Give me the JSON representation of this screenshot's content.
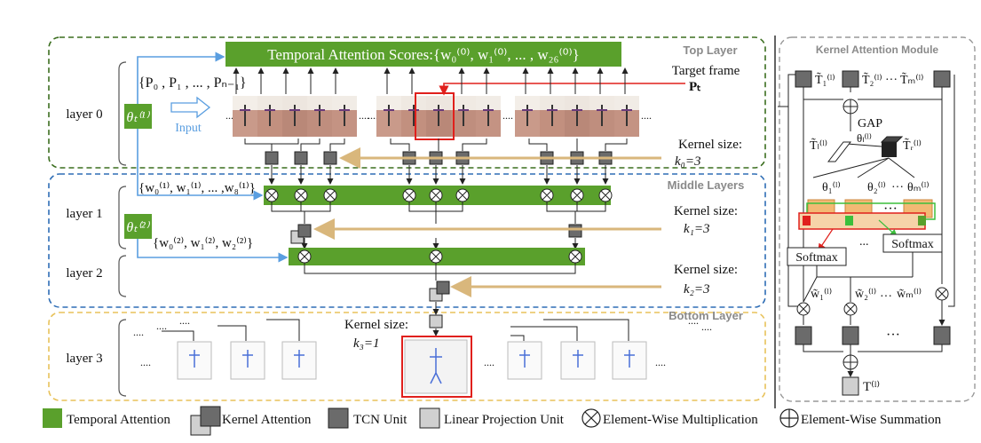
{
  "main": {
    "top_layer": {
      "title": "Top Layer",
      "scores": "Temporal Attention Scores:{w₀⁽⁰⁾, w₁⁽⁰⁾, ... , w₂₆⁽⁰⁾}",
      "target_frame": "Target frame",
      "target_symbol": "Pₜ",
      "frames_set": "{P₀ , P₁ , ... , Pₙ₋₁}",
      "input": "Input",
      "kernel_size": "Kernel  size:",
      "k0": "k₀=3"
    },
    "middle_layers": {
      "title": "Middle Layers",
      "w1": "{w₀⁽¹⁾, w₁⁽¹⁾, ... ,w₈⁽¹⁾}",
      "w2": "{w₀⁽²⁾, w₁⁽²⁾, w₂⁽²⁾}",
      "kernel_size": "Kernel size:",
      "k1": "k₁=3",
      "k2": "k₂=3"
    },
    "bottom_layer": {
      "title": "Bottom Layer",
      "kernel_size": "Kernel size:",
      "k3": "k₃=1"
    },
    "layers": [
      "layer 0",
      "layer 1",
      "layer 2",
      "layer 3"
    ],
    "theta1": "θₜ⁽¹⁾",
    "theta2": "θₜ⁽²⁾"
  },
  "module": {
    "title": "Kernel Attention Module",
    "t1": "T̃₁⁽ˡ⁾",
    "t2": "T̃₂⁽ˡ⁾",
    "tdots": "···",
    "tM": "T̃ₘ⁽ˡ⁾",
    "gap": "GAP",
    "tl": "T̃ₗ⁽ˡ⁾",
    "theta_l": "θₗ⁽ˡ⁾",
    "tr": "T̃ᵣ⁽ˡ⁾",
    "th1": "θ₁⁽ˡ⁾",
    "th2": "θ₂⁽ˡ⁾",
    "thdots": "···",
    "thM": "θₘ⁽ˡ⁾",
    "box_dots": "···",
    "softmax1": "Softmax",
    "softmax2": "Softmax",
    "w1": "w̃₁⁽ˡ⁾",
    "w2": "w̃₂⁽ˡ⁾",
    "wdots": "···",
    "wM": "w̃ₘ⁽ˡ⁾",
    "out_dots": "···",
    "out": "T⁽ˡ⁾"
  },
  "legend": {
    "temporal": "Temporal Attention",
    "kernel": "Kernel Attention",
    "tcn": "TCN Unit",
    "linear": "Linear Projection Unit",
    "mult": "Element-Wise Multiplication",
    "sum": "Element-Wise Summation"
  },
  "colors": {
    "green": "#5aa02c",
    "top_border": "#3b6e1f",
    "middle_border": "#2e6db5",
    "bottom_border": "#e8c25a",
    "arrow_blue": "#5a9ee0",
    "red": "#e0201c",
    "tan": "#e6cfa6",
    "dark_unit": "#6b6b6b",
    "light_unit": "#d0d0d0"
  }
}
